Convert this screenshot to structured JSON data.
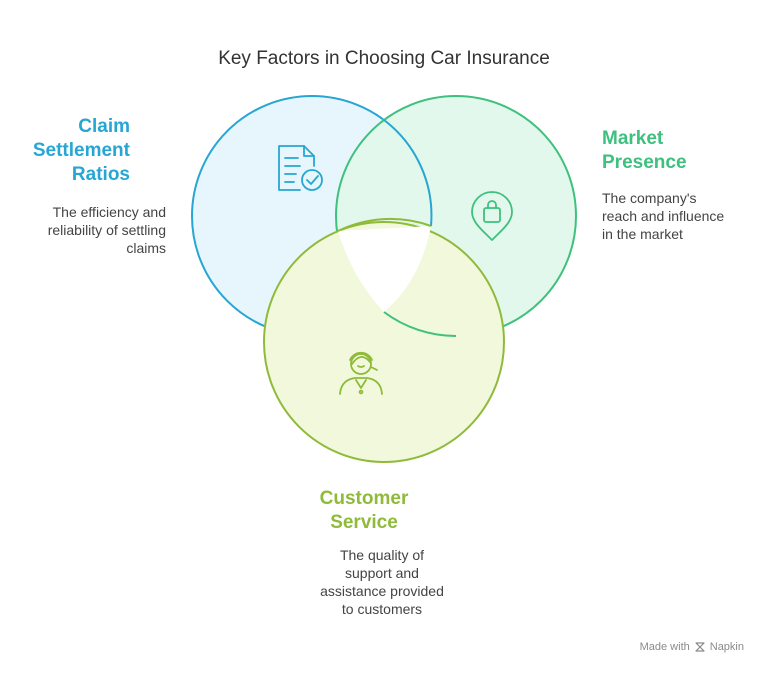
{
  "title": "Key Factors in Choosing Car Insurance",
  "colors": {
    "claim": "#27a6d3",
    "market": "#3ec07e",
    "customer": "#8fba3a"
  },
  "factors": [
    {
      "heading_lines": [
        "Claim",
        "Settlement",
        "Ratios"
      ],
      "description_lines": [
        "The efficiency and",
        "reliability of settling",
        "claims"
      ],
      "icon": "document-check-icon"
    },
    {
      "heading_lines": [
        "Market",
        "Presence"
      ],
      "description_lines": [
        "The company's",
        "reach and influence",
        "in the market"
      ],
      "icon": "shopping-bag-pin-icon"
    },
    {
      "heading_lines": [
        "Customer",
        "Service"
      ],
      "description_lines": [
        "The quality of",
        "support and",
        "assistance provided",
        "to customers"
      ],
      "icon": "support-agent-icon"
    }
  ],
  "footer": {
    "prefix": "Made with",
    "brand": "Napkin",
    "icon": "napkin-logo-icon"
  }
}
